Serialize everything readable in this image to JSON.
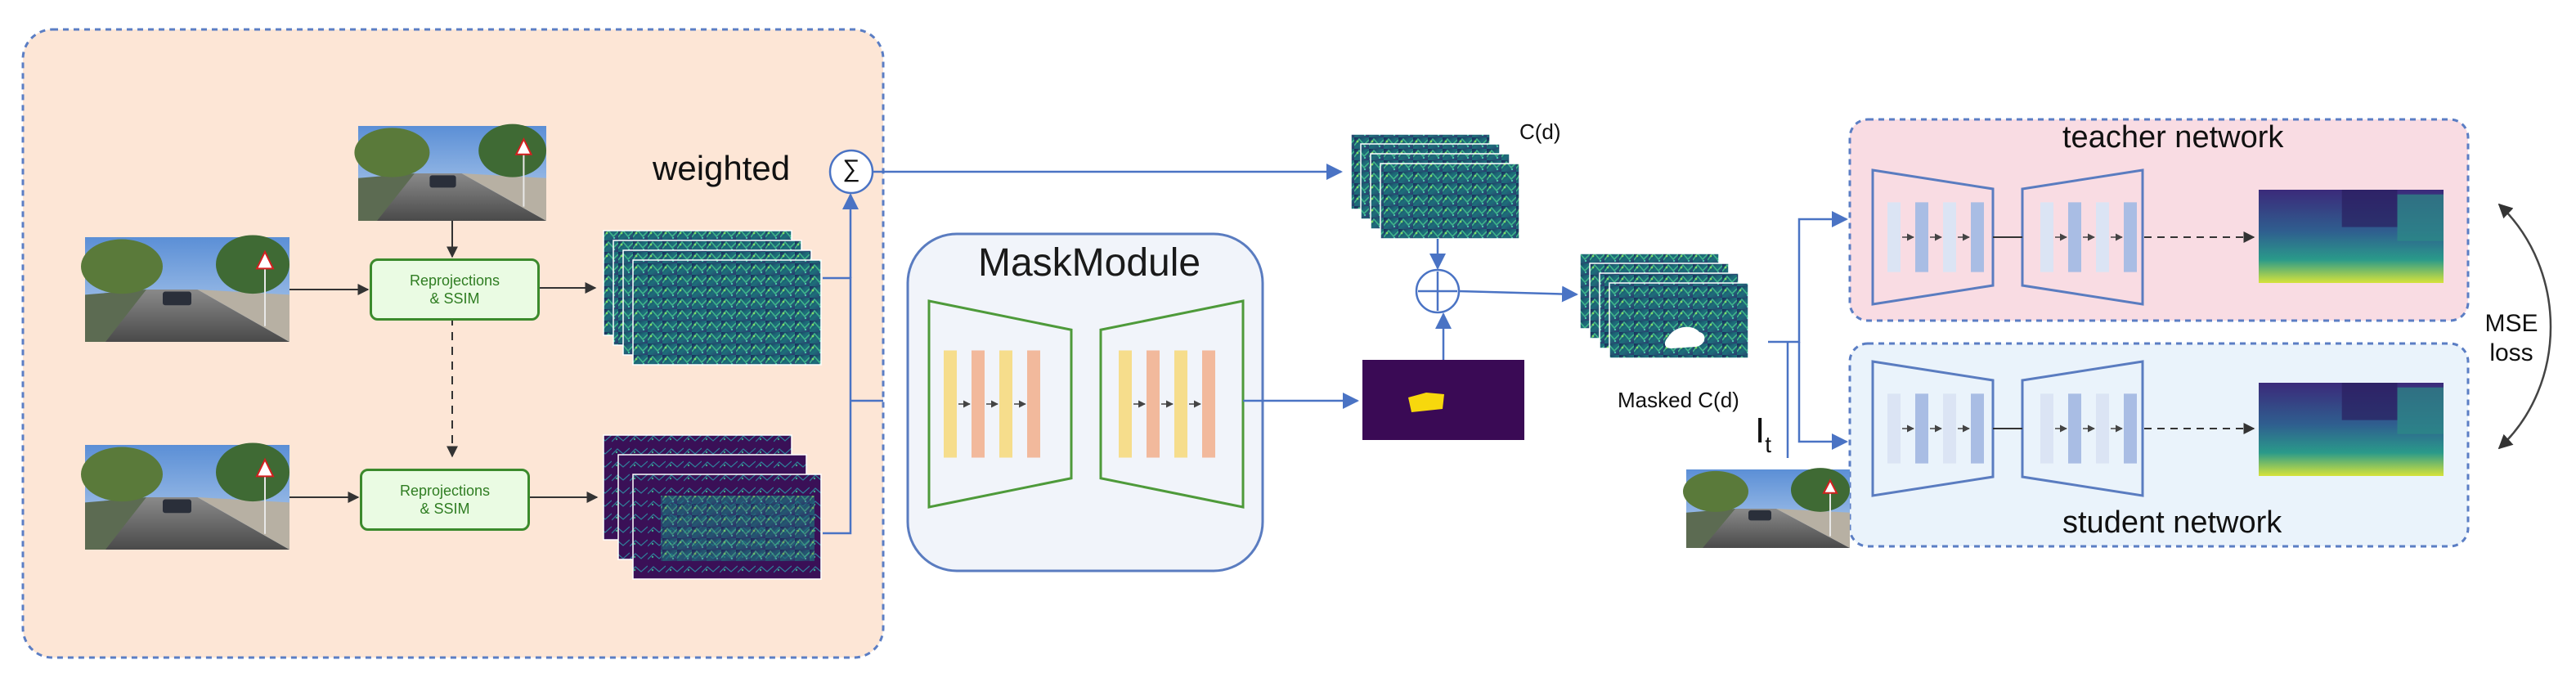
{
  "colors": {
    "left_panel_fill": "#fde6d6",
    "left_panel_border": "#5b7ec4",
    "mask_module_fill": "#f1f4fa",
    "mask_module_border": "#5a7cc0",
    "teacher_fill": "#f9dce3",
    "teacher_border": "#5b7ec4",
    "student_fill": "#eaf3fb",
    "student_border": "#5b7ec4",
    "arrow_blue": "#4a73c4",
    "green_box_fill": "#eafbe3",
    "green_box_border": "#3b8a2c",
    "encoder_outline_green": "#4e9a3a",
    "encoder_outline_blue": "#5a7cc0",
    "layer_yellow": "#f6dd8c",
    "layer_salmon": "#f2b99c",
    "layer_blue": "#a9bde4",
    "layer_light": "#dbe4f4",
    "mask_bg": "#3a0a55",
    "mask_blob": "#f7d80d"
  },
  "reprojection_top": {
    "line1": "Reprojections",
    "line2": "& SSIM"
  },
  "reprojection_bottom": {
    "line1": "Reprojections",
    "line2": "& SSIM"
  },
  "weighted_label": "weighted",
  "sum_symbol": "∑",
  "plus_symbol": "+",
  "mask_module_title": "MaskModule",
  "cd_label": "C(d)",
  "masked_cd_label": "Masked C(d)",
  "it_label": {
    "main": "I",
    "sub": "t"
  },
  "teacher_label": "teacher network",
  "student_label": "student network",
  "mse_label": {
    "line1": "MSE",
    "line2": "loss"
  },
  "icons": [
    "street-photo-icon",
    "error-map-icon",
    "depth-map-icon",
    "binary-mask-icon",
    "sum-icon",
    "plus-icon"
  ]
}
